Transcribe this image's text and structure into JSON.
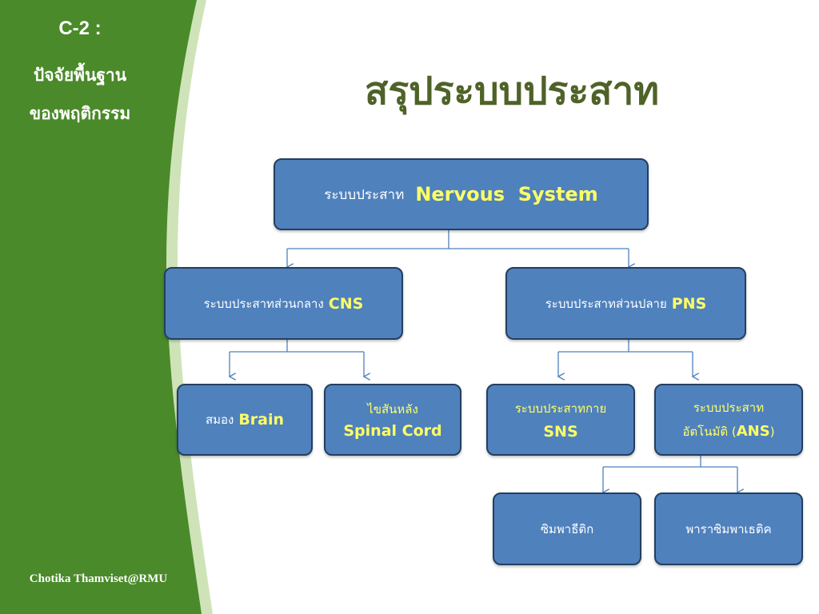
{
  "sidebar": {
    "code": "C-2 :",
    "title_line1": "ปัจจัยพื้นฐาน",
    "title_line2": "ของพฤติกรรม",
    "footer": "Chotika Thamviset@RMU"
  },
  "page": {
    "title": "สรุประบบประสาท"
  },
  "diagram": {
    "root": {
      "th": "ระบบประสาท",
      "en": "Nervous  System"
    },
    "cns": {
      "th": "ระบบประสาทส่วนกลาง",
      "en": "CNS"
    },
    "pns": {
      "th": "ระบบประสาทส่วนปลาย",
      "en": "PNS"
    },
    "brain": {
      "th": "สมอง",
      "en": "Brain"
    },
    "spinal": {
      "th": "ไขสันหลัง",
      "en": "Spinal Cord"
    },
    "sns": {
      "th": "ระบบประสาทกาย",
      "en": "SNS"
    },
    "ans": {
      "th1": "ระบบประสาท",
      "th2": "อัตโนมัติ (",
      "en": "ANS",
      "close": ")"
    },
    "sympathetic": {
      "th": "ซิมพาธีติก"
    },
    "parasympathetic": {
      "th": "พาราซิมพาเธติค"
    }
  },
  "colors": {
    "sidebar_green": "#4a8a2a",
    "box_fill": "#4f81bd",
    "box_border": "#243f60",
    "title_green": "#4f6228",
    "highlight_yellow": "#ffff66",
    "connector": "#4f81bd"
  }
}
